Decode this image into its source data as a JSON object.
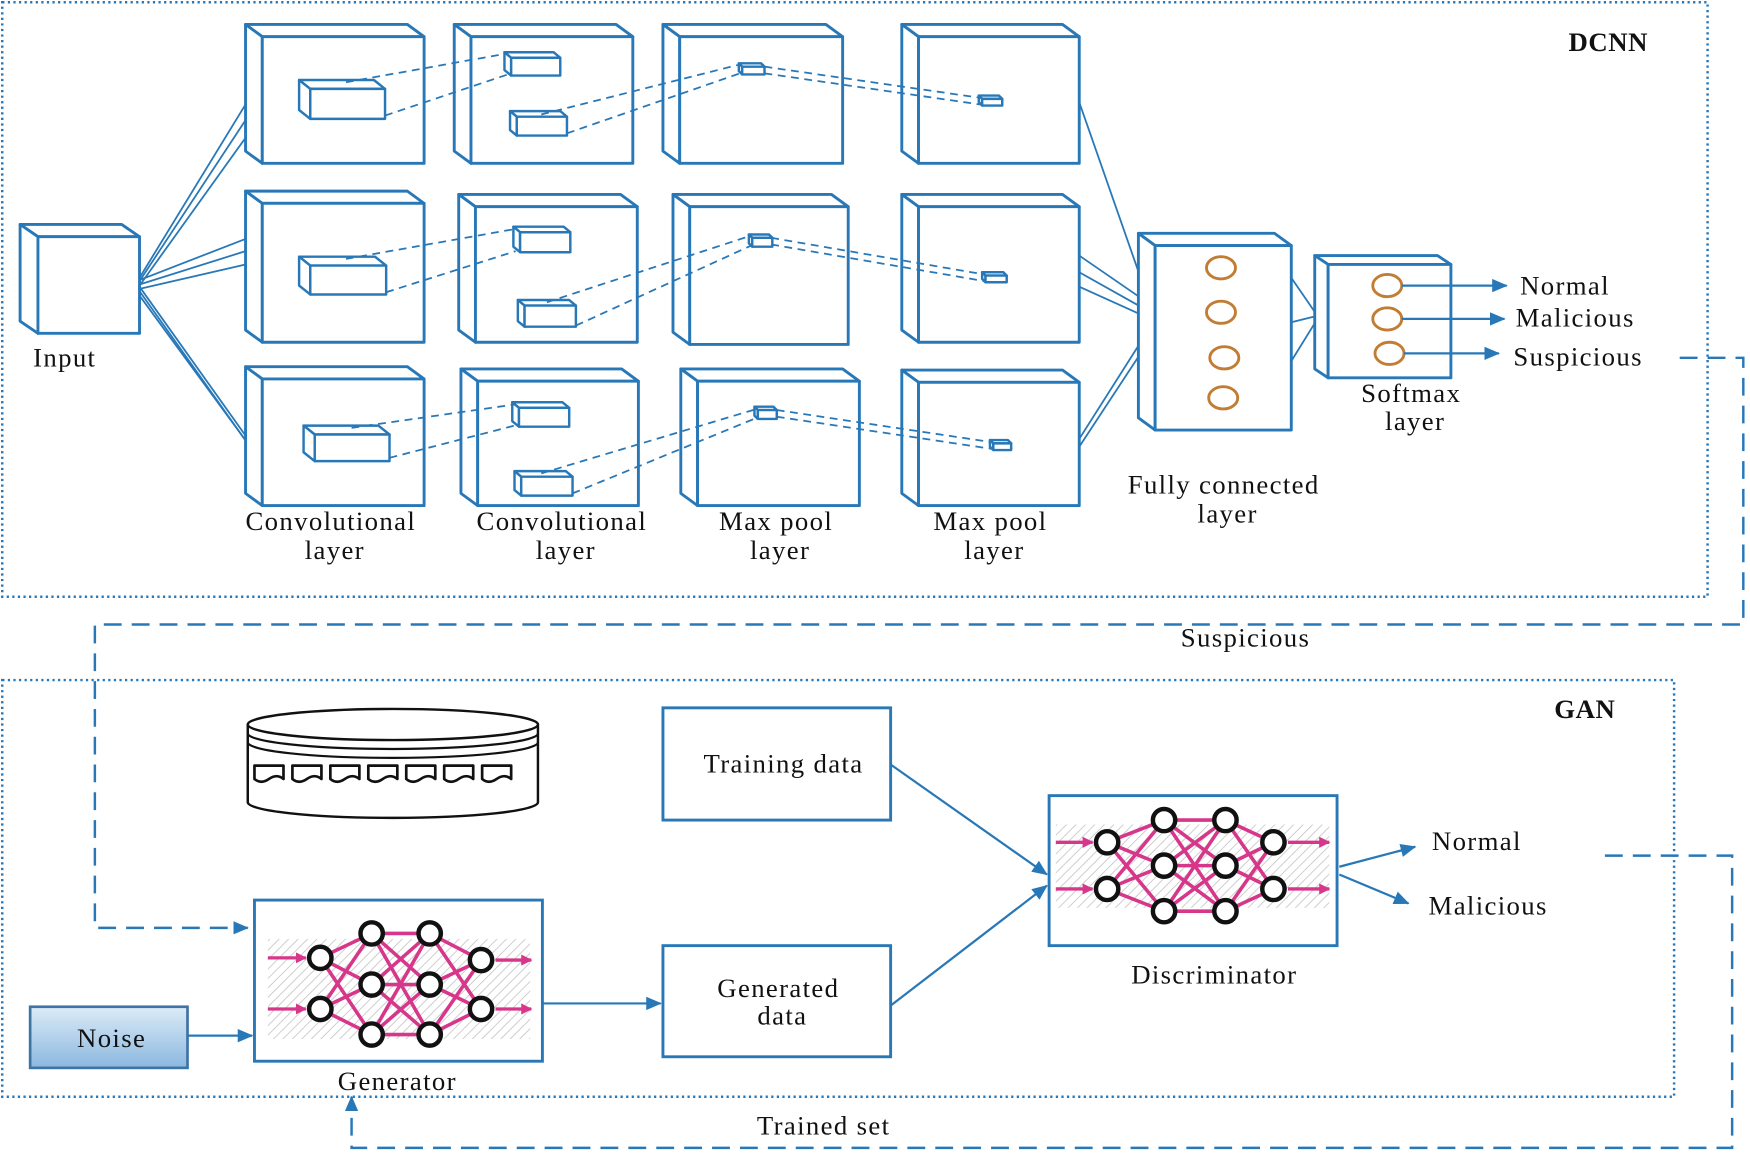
{
  "colors": {
    "diagram_line": "#2878b8",
    "neuron_link": "#d6378a",
    "fc_neuron": "#c17d33",
    "noise_fill_top": "#dcebf7",
    "noise_fill_bottom": "#8bb8df"
  },
  "icons": {
    "dataset": "database-icon",
    "generator": "neural-network-icon",
    "discriminator": "neural-network-icon"
  },
  "dcnn": {
    "title": "DCNN",
    "input_label": "Input",
    "layers": [
      {
        "lines": [
          "Convolutional",
          "layer"
        ]
      },
      {
        "lines": [
          "Convolutional",
          "layer"
        ]
      },
      {
        "lines": [
          "Max pool",
          "layer"
        ]
      },
      {
        "lines": [
          "Max pool",
          "layer"
        ]
      }
    ],
    "fully_connected": {
      "lines": [
        "Fully connected",
        "layer"
      ]
    },
    "softmax": {
      "lines": [
        "Softmax",
        "layer"
      ]
    },
    "outputs": [
      "Normal",
      "Malicious",
      "Suspicious"
    ]
  },
  "connector_suspicious": "Suspicious",
  "gan": {
    "title": "GAN",
    "training_data": "Training data",
    "generated_data": [
      "Generated",
      "data"
    ],
    "noise": "Noise",
    "generator": "Generator",
    "discriminator": "Discriminator",
    "outputs": [
      "Normal",
      "Malicious"
    ]
  },
  "connector_trained_set": "Trained set"
}
